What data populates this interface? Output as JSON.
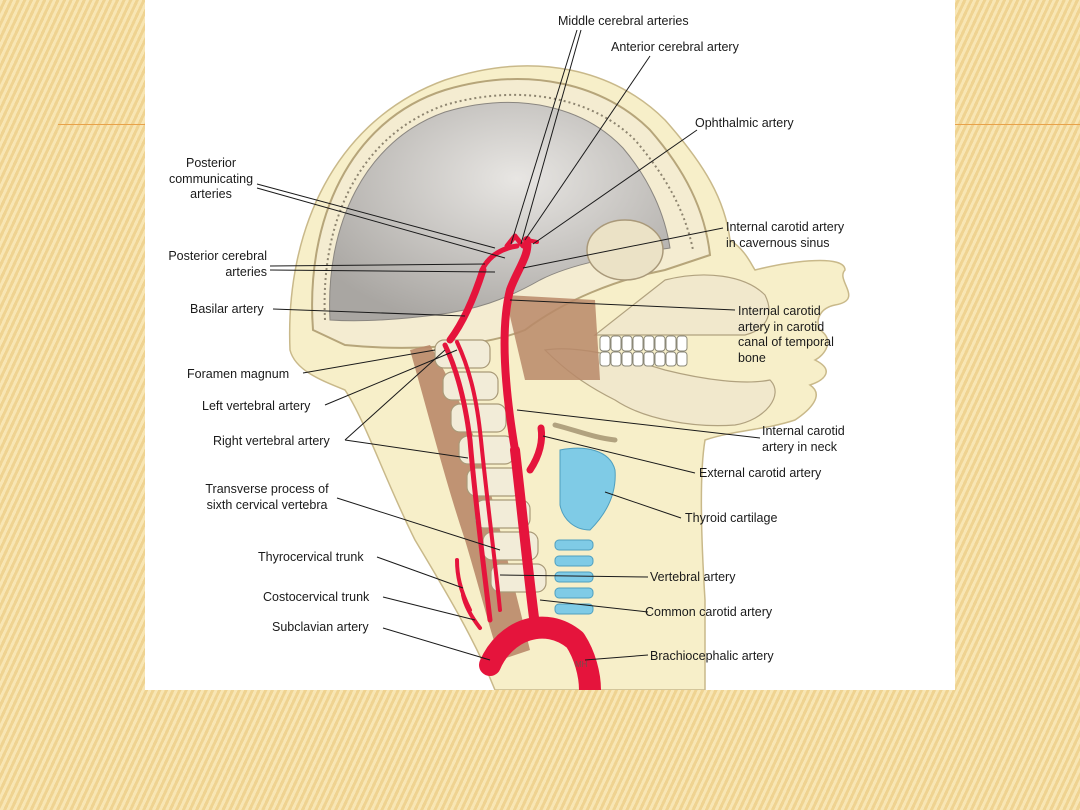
{
  "figure": {
    "labels": {
      "middle_cerebral": "Middle cerebral arteries",
      "anterior_cerebral": "Anterior cerebral artery",
      "ophthalmic": "Ophthalmic artery",
      "posterior_communicating": "Posterior\ncommunicating\narteries",
      "ica_cavernous": "Internal carotid artery\nin cavernous sinus",
      "posterior_cerebral": "Posterior cerebral\narteries",
      "basilar": "Basilar artery",
      "ica_canal": "Internal carotid\nartery in carotid\ncanal of temporal\nbone",
      "foramen_magnum": "Foramen magnum",
      "left_vertebral": "Left vertebral artery",
      "right_vertebral": "Right vertebral artery",
      "ica_neck": "Internal carotid\nartery in neck",
      "external_carotid": "External carotid artery",
      "transverse_process": "Transverse process of\nsixth cervical vertebra",
      "thyroid_cartilage": "Thyroid cartilage",
      "thyrocervical": "Thyrocervical trunk",
      "vertebral": "Vertebral artery",
      "costocervical": "Costocervical trunk",
      "common_carotid": "Common carotid artery",
      "subclavian": "Subclavian artery",
      "brachiocephalic": "Brachiocephalic artery",
      "signature": "MH"
    },
    "colors": {
      "artery": "#e5143c",
      "skin": "#f7efc9",
      "bone": "#f4ecd1",
      "brain": "#b9b6b2",
      "muscle": "#b98869",
      "cartilage": "#7fcbe6"
    }
  }
}
